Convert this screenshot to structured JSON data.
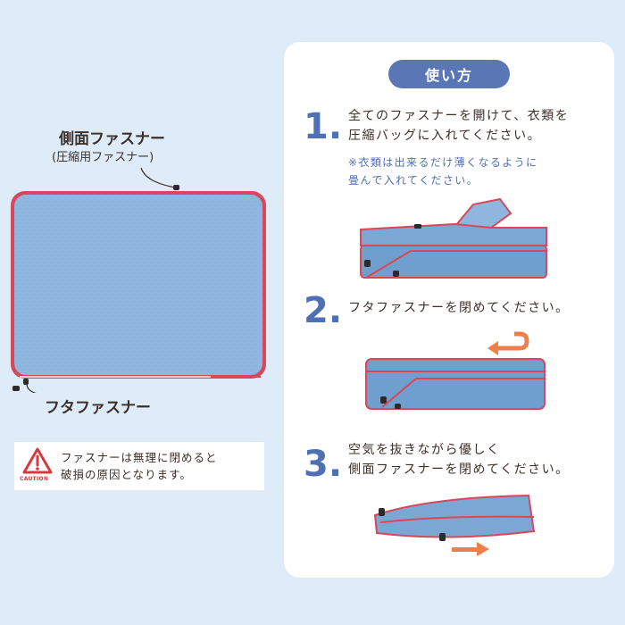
{
  "left": {
    "side_zipper_label": "側面ファスナー",
    "side_zipper_sublabel": "(圧縮用ファスナー)",
    "lid_zipper_label": "フタファスナー",
    "caution": {
      "icon_word": "CAUTION",
      "line1": "ファスナーは無理に閉めると",
      "line2": "破損の原因となります。"
    }
  },
  "howto": {
    "title": "使い方",
    "steps": [
      {
        "number": "1.",
        "line1": "全てのファスナーを開けて、衣類を",
        "line2": "圧縮バッグに入れてください。",
        "note1": "※衣類は出来るだけ薄くなるように",
        "note2": "畳んで入れてください。"
      },
      {
        "number": "2.",
        "line1": "フタファスナーを閉めてください。"
      },
      {
        "number": "3.",
        "line1": "空気を抜きながら優しく",
        "line2": "側面ファスナーを閉めてください。"
      }
    ]
  },
  "colors": {
    "background": "#ddecf8",
    "accent_blue": "#4f70b3",
    "pill_blue": "#5a76b5",
    "bag_blue": "#8fb6de",
    "zipper_red": "#d9485a",
    "arrow_orange": "#ef7f4a",
    "caution_red": "#d63a3f"
  }
}
